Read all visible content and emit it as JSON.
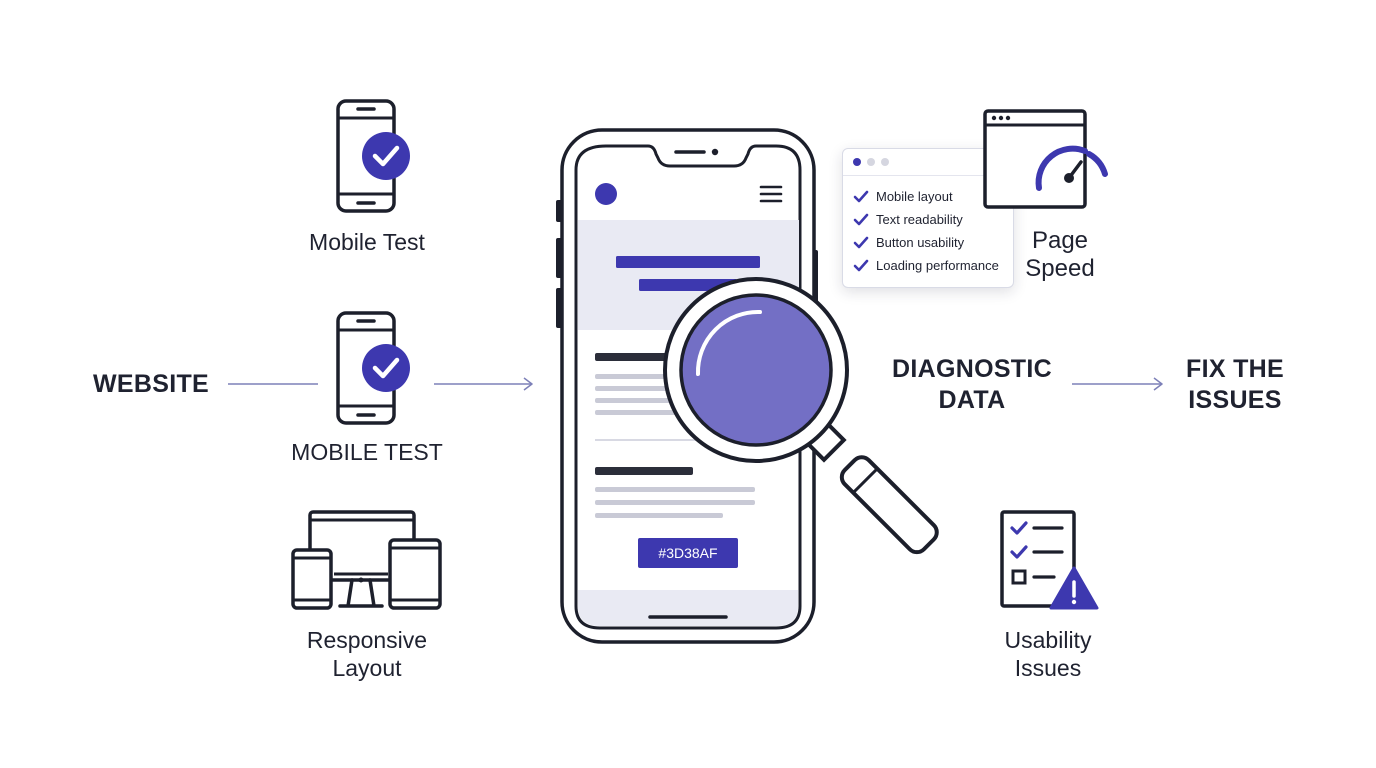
{
  "colors": {
    "accent": "#3D38AF",
    "ink": "#1c1f2b",
    "light_bg": "#e9eaf3",
    "lines": "#c9cad6"
  },
  "left": {
    "mobile_test_top": {
      "label": "Mobile Test",
      "icon": "phone-check-icon"
    },
    "mobile_test_mid": {
      "label": "MOBILE TEST",
      "icon": "phone-check-icon"
    },
    "responsive_layout": {
      "label_line1": "Responsive",
      "label_line2": "Layout",
      "icon": "responsive-devices-icon"
    }
  },
  "flow": {
    "start": "WEBSITE",
    "middle_line1": "DIAGNOSTIC",
    "middle_line2": "DATA",
    "end_line1": "FIX THE",
    "end_line2": "ISSUES"
  },
  "phone": {
    "button_label": "#3D38AF",
    "icons": {
      "menu": "hamburger-menu-icon",
      "lens": "magnifying-glass-icon"
    }
  },
  "checklist": {
    "items": [
      "Mobile layout",
      "Text readability",
      "Button usability",
      "Loading performance"
    ]
  },
  "right": {
    "page_speed": {
      "label_line1": "Page",
      "label_line2": "Speed",
      "icon": "speedometer-browser-icon"
    },
    "usability": {
      "label_line1": "Usability",
      "label_line2": "Issues",
      "icon": "checklist-warning-icon"
    }
  }
}
